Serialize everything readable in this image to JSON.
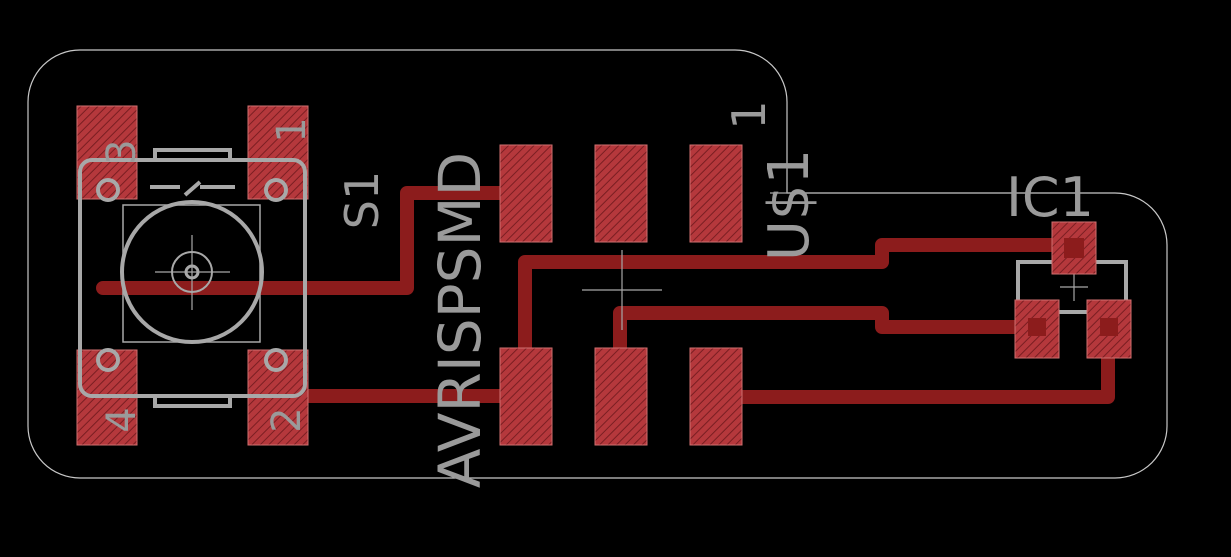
{
  "colors": {
    "background": "#000000",
    "copper": "#8c1c1c",
    "pad": "#b5383c",
    "silk": "#a8a8a8",
    "outline": "#c8c8c8"
  },
  "labels": {
    "switch_name": "S1",
    "switch_pin1": "1",
    "switch_pin2": "2",
    "switch_pin3": "3",
    "switch_pin4": "4",
    "header_name": "AVRISPSMD",
    "header_pin1": "1",
    "header_ref": "U$1",
    "ic_name": "IC1"
  }
}
